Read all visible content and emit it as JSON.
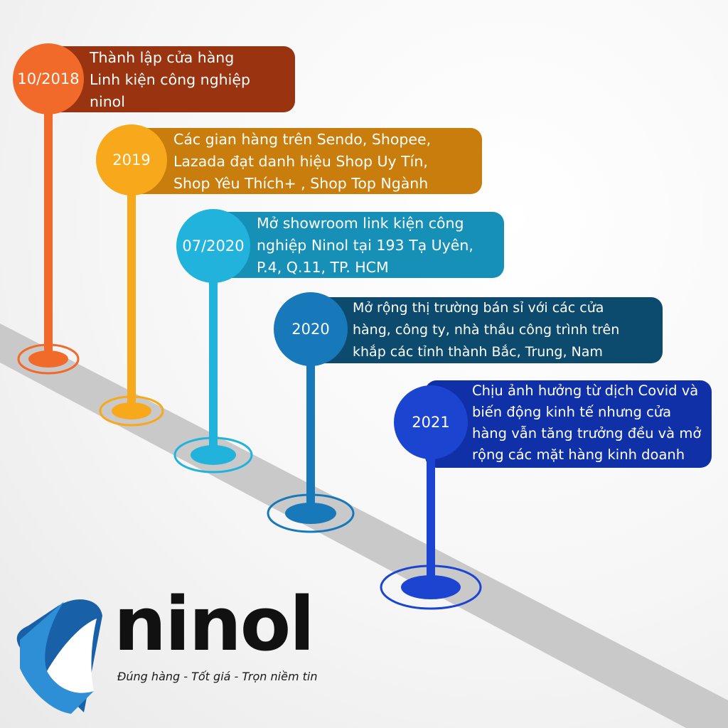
{
  "colors": {
    "road": "#c9c9c9",
    "ev1_circle": "#f26a2a",
    "ev1_box": "#9a3410",
    "ev2_circle": "#f7a81b",
    "ev2_box": "#c97d0c",
    "ev3_circle": "#22b3dd",
    "ev3_box": "#1790b8",
    "ev4_circle": "#1779b9",
    "ev4_box": "#0c4a6e",
    "ev5_circle": "#1b45d0",
    "ev5_box": "#1030a8",
    "logo_light": "#2e8fd6",
    "logo_dark": "#1860a8"
  },
  "timeline": [
    {
      "year": "10/2018",
      "text": "Thành lập cửa hàng\nLinh kiện công nghiệp\nninol"
    },
    {
      "year": "2019",
      "text": "Các gian hàng trên Sendo, Shopee,\nLazada đạt danh hiệu Shop Uy Tín,\nShop Yêu Thích+ , Shop Top Ngành"
    },
    {
      "year": "07/2020",
      "text": "Mở showroom link kiện công\nnghiệp Ninol tại 193 Tạ Uyên,\nP.4, Q.11, TP. HCM"
    },
    {
      "year": "2020",
      "text": "Mở rộng thị trường bán sỉ với các cửa\nhàng, công ty, nhà thầu công trình trên\nkhắp các tỉnh thành Bắc, Trung, Nam"
    },
    {
      "year": "2021",
      "text": "Chịu ảnh hưởng từ dịch Covid và\nbiến động kinh tế nhưng cửa\nhàng vẫn tăng trưởng đều và mở\nrộng các mặt hàng kinh doanh"
    }
  ],
  "brand": {
    "name": "ninol",
    "tagline": "Đúng hàng - Tốt giá - Trọn niềm tin",
    "logo_icon": "triangle-ribbon-icon"
  }
}
